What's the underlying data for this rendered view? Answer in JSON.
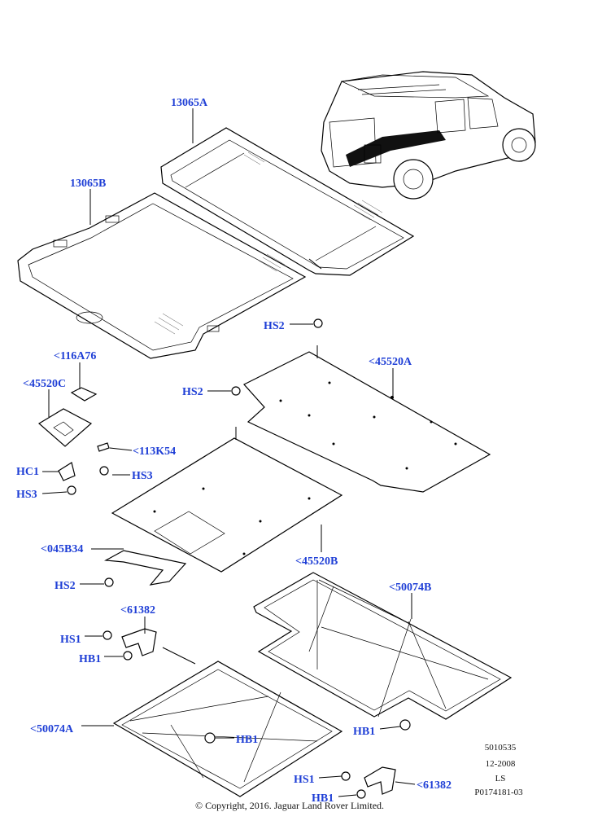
{
  "labels": {
    "l13065A": "13065A",
    "l13065B": "13065B",
    "l116A76": "<116A76",
    "l45520C": "<45520C",
    "l113K54": "<113K54",
    "lHC1": "HC1",
    "lHS3a": "HS3",
    "lHS3b": "HS3",
    "lHS2a": "HS2",
    "lHS2b": "HS2",
    "l45520A": "<45520A",
    "l045B34": "<045B34",
    "lHS2c": "HS2",
    "l45520B": "<45520B",
    "l61382a": "<61382",
    "lHS1a": "HS1",
    "lHB1a": "HB1",
    "l50074B": "<50074B",
    "l50074A": "<50074A",
    "lHB1b": "HB1",
    "lHB1c": "HB1",
    "lHS1b": "HS1",
    "l61382b": "<61382",
    "lHB1d": "HB1"
  },
  "meta": {
    "code": "5010535",
    "date": "12-2008",
    "ls": "LS",
    "ref": "P0174181-03",
    "copyright": "© Copyright, 2016. Jaguar Land Rover Limited."
  },
  "colors": {
    "label": "#1f3fd6",
    "line": "#000000"
  }
}
